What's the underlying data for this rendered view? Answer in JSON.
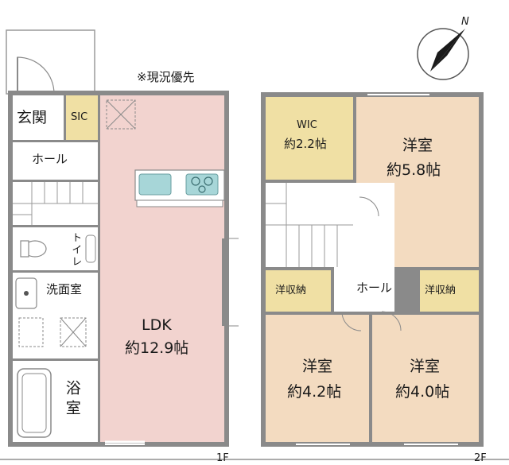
{
  "note": "※現況優先",
  "compass": {
    "north": "N"
  },
  "colors": {
    "ldk": "#f2d3cf",
    "bedroom": "#f3dbc0",
    "storage": "#f0e0a4",
    "wall": "#8a8a8a",
    "floor_white": "#ffffff",
    "fixture": "#a7d6d8"
  },
  "floor1": {
    "label": "1F",
    "rooms": {
      "genkan": "玄関",
      "sic": "SIC",
      "hall": "ホール",
      "toilet": "トイレ",
      "washroom": "洗面室",
      "bath": "浴室",
      "ldk_name": "LDK",
      "ldk_size": "約12.9帖"
    }
  },
  "floor2": {
    "label": "2F",
    "rooms": {
      "wic_name": "WIC",
      "wic_size": "約2.2帖",
      "western_a_name": "洋室",
      "western_a_size": "約5.8帖",
      "hall": "ホール",
      "closet_left": "洋収納",
      "closet_right": "洋収納",
      "western_b_name": "洋室",
      "western_b_size": "約4.2帖",
      "western_c_name": "洋室",
      "western_c_size": "約4.0帖"
    }
  }
}
